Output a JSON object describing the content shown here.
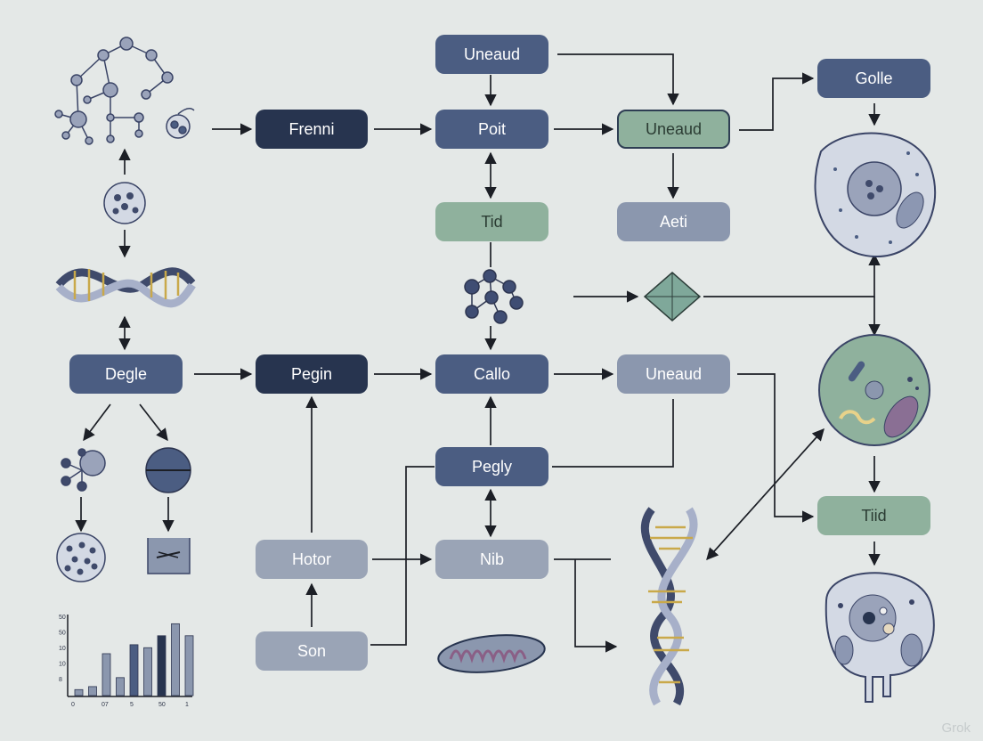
{
  "colors": {
    "navy": "#4b5d82",
    "dark_navy": "#27344f",
    "sage_green": "#8fb19d",
    "slate_gray": "#8b97ae",
    "background": "#e4e8e7",
    "line": "#1c1f26"
  },
  "nodes": {
    "uneaud_top": "Uneaud",
    "frenni": "Frenni",
    "poit": "Poit",
    "uneaud_mid": "Uneaud",
    "golle": "Golle",
    "tid_mid": "Tid",
    "aeti": "Aeti",
    "degle": "Degle",
    "pegin": "Pegin",
    "callo": "Callo",
    "uneaud_low": "Uneaud",
    "pegly": "Pegly",
    "tiid": "Tiid",
    "hotor": "Hotor",
    "nib": "Nib",
    "son": "Son"
  },
  "mini_chart": {
    "y_ticks": [
      "50",
      "50",
      "10",
      "10",
      "8"
    ],
    "x_ticks": [
      "0",
      "07",
      "5",
      "50",
      "1"
    ]
  },
  "chart_data": {
    "type": "bar",
    "values": [
      2,
      3,
      14,
      6,
      17,
      16,
      20,
      24,
      20
    ]
  },
  "illustrations": [
    "molecule-network-icon",
    "cell-sphere-icon",
    "dna-helix-icon",
    "molecule-cluster-icon",
    "disc-icon",
    "dotted-sphere-icon",
    "vial-icon",
    "molecule-network-small-icon",
    "diamond-crystal-icon",
    "animal-cell-icon",
    "green-cell-icon",
    "complex-cell-icon",
    "mitochondrion-icon",
    "dna-helix-vertical-icon"
  ],
  "watermark": "Grok"
}
